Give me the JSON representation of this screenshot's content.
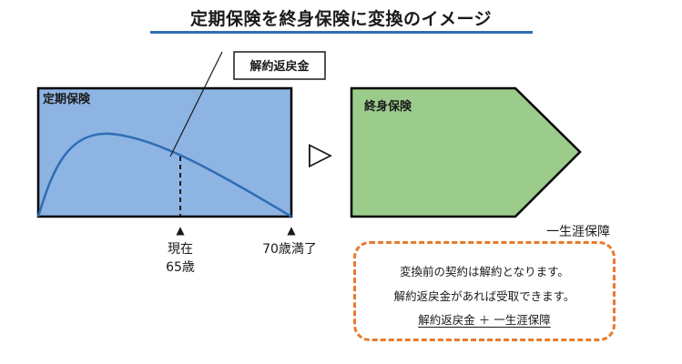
{
  "title": "定期保険を終身保険に変換のイメージ",
  "colors": {
    "term_fill": "#8db4e2",
    "whole_fill": "#9ccc8c",
    "curve": "#2f6db5",
    "title_underline": "#2f6db5",
    "note_border": "#e87a2e",
    "outline": "#000000"
  },
  "diagram": {
    "term_insurance_label": "定期保険",
    "surrender_value_callout": "解約返戻金",
    "whole_life_label": "終身保険",
    "arrow_symbol": "▷",
    "lifetime_coverage_label": "一生涯保障",
    "marker_symbol": "▲",
    "marker_current": {
      "line1": "現在",
      "line2": "65歳"
    },
    "marker_end": "70歳満了"
  },
  "note": {
    "line1": "変換前の契約は解約となります。",
    "line2": "解約返戻金があれば受取できます。",
    "line3": "解約返戻金 ＋ 一生涯保障"
  }
}
